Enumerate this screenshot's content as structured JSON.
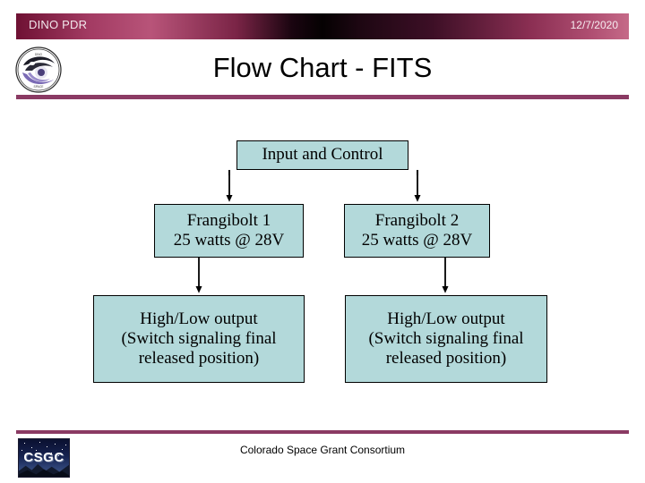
{
  "titlebar": {
    "left_label": "DINO PDR",
    "date": "12/7/2020",
    "gradient_start": "#6e1133",
    "gradient_mid": "#050102",
    "gradient_end": "#c56a88"
  },
  "header": {
    "title": "Flow Chart - FITS",
    "logo_icon": "dino-emblem-icon",
    "rule_color": "#8a3a63"
  },
  "flowchart": {
    "node_fill": "#b3d9da",
    "node_border": "#000000",
    "nodes": [
      {
        "id": "input",
        "lines": [
          "Input and Control"
        ]
      },
      {
        "id": "frangibolt-1",
        "lines": [
          "Frangibolt 1",
          "25 watts @ 28V"
        ]
      },
      {
        "id": "frangibolt-2",
        "lines": [
          "Frangibolt 2",
          "25 watts @ 28V"
        ]
      },
      {
        "id": "output-1",
        "lines": [
          "High/Low output",
          "(Switch signaling final",
          "released position)"
        ]
      },
      {
        "id": "output-2",
        "lines": [
          "High/Low output",
          "(Switch signaling final",
          "released position)"
        ]
      }
    ],
    "connectors": [
      {
        "from": "input",
        "to": "frangibolt-1",
        "kind": "arrow-down"
      },
      {
        "from": "input",
        "to": "frangibolt-2",
        "kind": "arrow-down"
      },
      {
        "from": "frangibolt-1",
        "to": "output-1",
        "kind": "arrow-down"
      },
      {
        "from": "frangibolt-2",
        "to": "output-2",
        "kind": "arrow-down"
      }
    ]
  },
  "footer": {
    "logo_label": "CSGC",
    "logo_icon": "csgc-night-sky-icon",
    "text": "Colorado Space Grant Consortium",
    "rule_color": "#8a3a63"
  }
}
